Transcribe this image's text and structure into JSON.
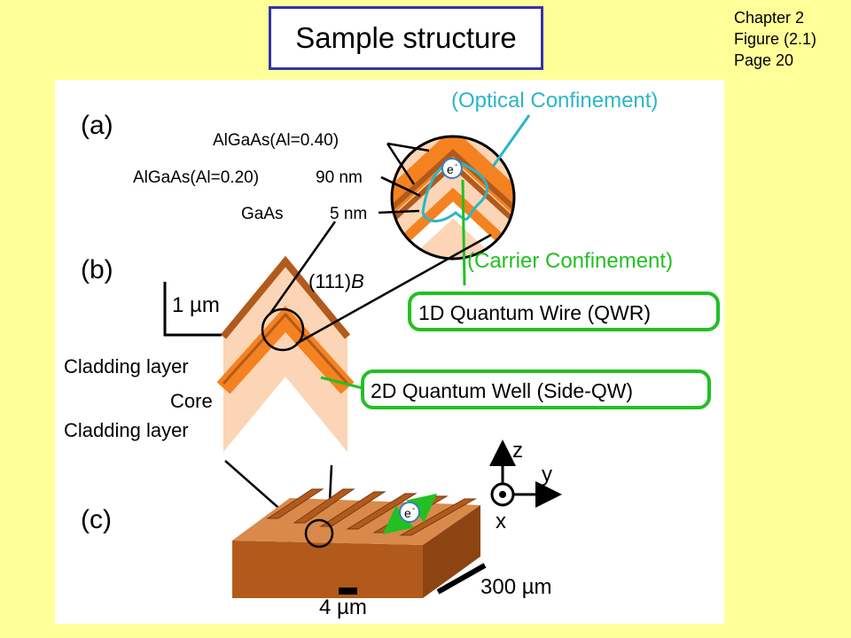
{
  "slide": {
    "title": "Sample structure",
    "reference": {
      "chapter": "Chapter 2",
      "figure": "Figure (2.1)",
      "page": "Page 20"
    }
  },
  "figure": {
    "panel_a": {
      "label": "(a)",
      "layer_labels": [
        "AlGaAs(Al=0.40)",
        "AlGaAs(Al=0.20)",
        "GaAs"
      ],
      "thickness_labels": [
        "90 nm",
        "5 nm"
      ],
      "optical_confinement": "(Optical Confinement)",
      "carrier_confinement": "(Carrier Confinement)",
      "electron": "e",
      "electron_sup": "-"
    },
    "panel_b": {
      "label": "(b)",
      "scale_bar": "1 µm",
      "facet": "(111)",
      "facet_suffix": "B",
      "cladding_top": "Cladding layer",
      "core": "Core",
      "cladding_bottom": "Cladding layer",
      "qwr_label": "1D Quantum Wire (QWR)",
      "qw_label": "2D Quantum Well (Side-QW)"
    },
    "panel_c": {
      "label": "(c)",
      "axes": {
        "z": "z",
        "y": "y",
        "x": "x"
      },
      "electron": "e",
      "electron_sup": "-",
      "width_label": "4 µm",
      "length_label": "300 µm"
    },
    "colors": {
      "dark_brown": "#b15a1c",
      "orange": "#f58220",
      "peach": "#fbd5b5",
      "cyan": "#2bb5c8",
      "green": "#22c022",
      "electron_blue": "#3a7cc4"
    }
  }
}
